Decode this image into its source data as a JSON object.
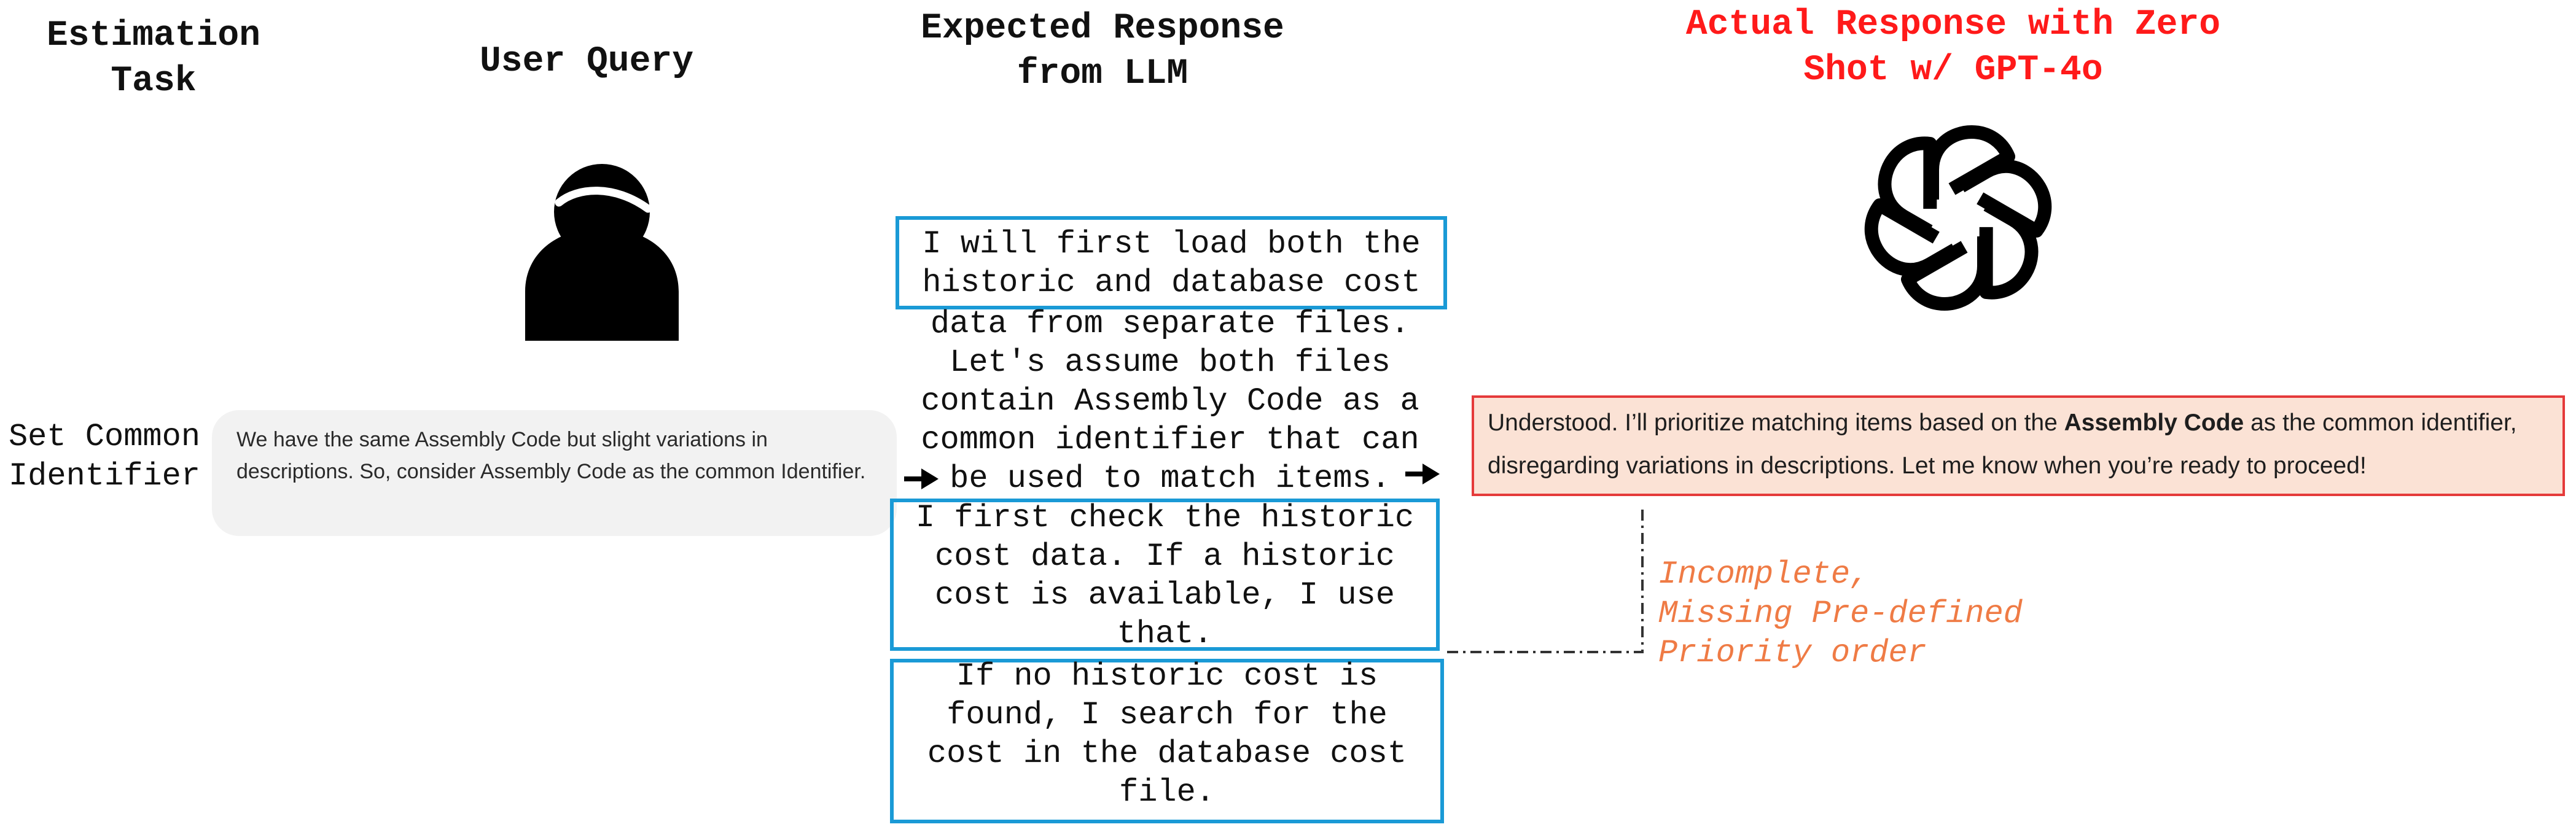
{
  "headers": {
    "estimation_task": "Estimation\nTask",
    "user_query": "User Query",
    "expected_response": "Expected Response\nfrom LLM",
    "actual_response": "Actual Response with Zero\nShot w/ GPT-4o"
  },
  "task": {
    "name": "Set Common\nIdentifier"
  },
  "user_query": {
    "text": "We have the same Assembly Code but slight variations in descriptions. So, consider Assembly Code as the common Identifier."
  },
  "expected_response": {
    "box1": "I will first load both the\nhistoric and database cost",
    "middle": "data from separate files.\nLet's assume both files\ncontain Assembly Code as a\ncommon identifier that can\nbe used to match items.",
    "box2": "I first check the historic\ncost data. If a historic\ncost is available, I use\nthat.",
    "box3": "If no historic cost is\nfound, I search for the\ncost in the database cost\nfile."
  },
  "actual_response": {
    "part1": "Understood. I’ll prioritize matching items based on the ",
    "bold": "Assembly Code",
    "part2": " as the common identifier, disregarding variations in descriptions. Let me know when you’re ready to proceed!"
  },
  "annotation": {
    "text": "Incomplete,\nMissing Pre-defined\nPriority order"
  },
  "colors": {
    "header_red": "#ff1a1a",
    "box_blue": "#1a9ad6",
    "actual_fill": "#fbe2d5",
    "actual_border": "#e53a3a",
    "note_orange": "#ef7b45"
  },
  "icons": [
    "user-icon",
    "openai-logo-icon",
    "arrow-right-icon"
  ]
}
